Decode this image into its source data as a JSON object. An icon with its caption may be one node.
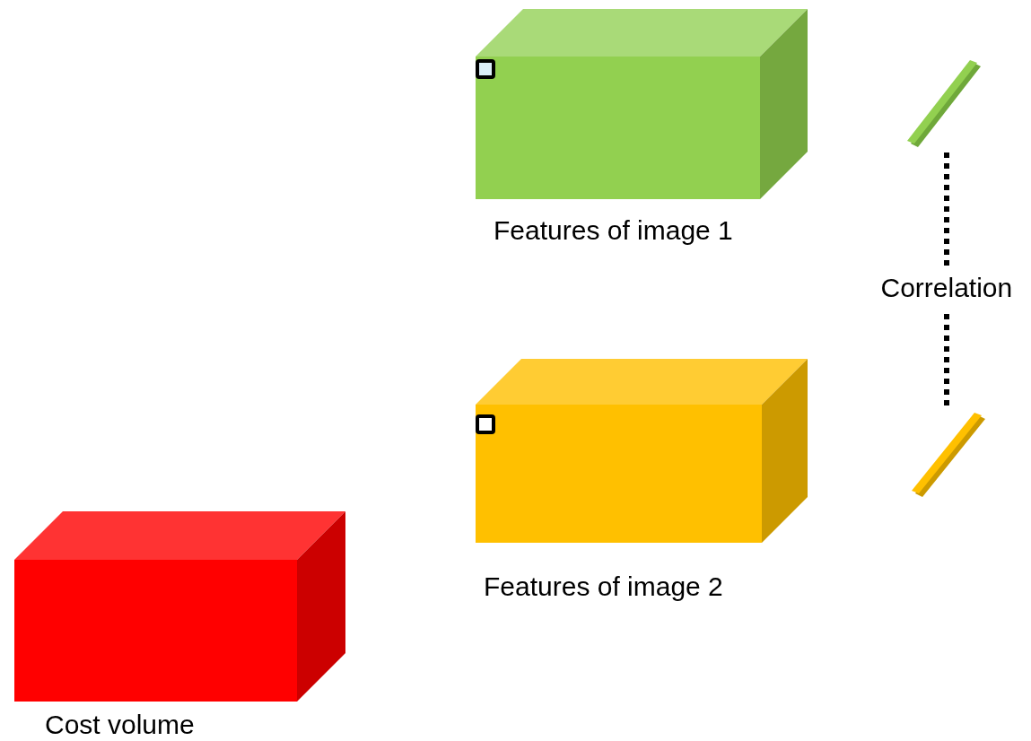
{
  "diagram": {
    "nodes": [
      {
        "text": [
          "Features of image 1"
        ]
      },
      {
        "text": [],
        "shape": "bar"
      },
      {
        "text": [
          "Features of image 2"
        ]
      },
      {
        "text": [],
        "shape": "bar"
      },
      {
        "text": [
          "Cost volume"
        ]
      }
    ],
    "edges": [
      {
        "from": 1,
        "to": 3,
        "arrow": "none",
        "style": "dashed",
        "label": "Correlation"
      }
    ]
  }
}
